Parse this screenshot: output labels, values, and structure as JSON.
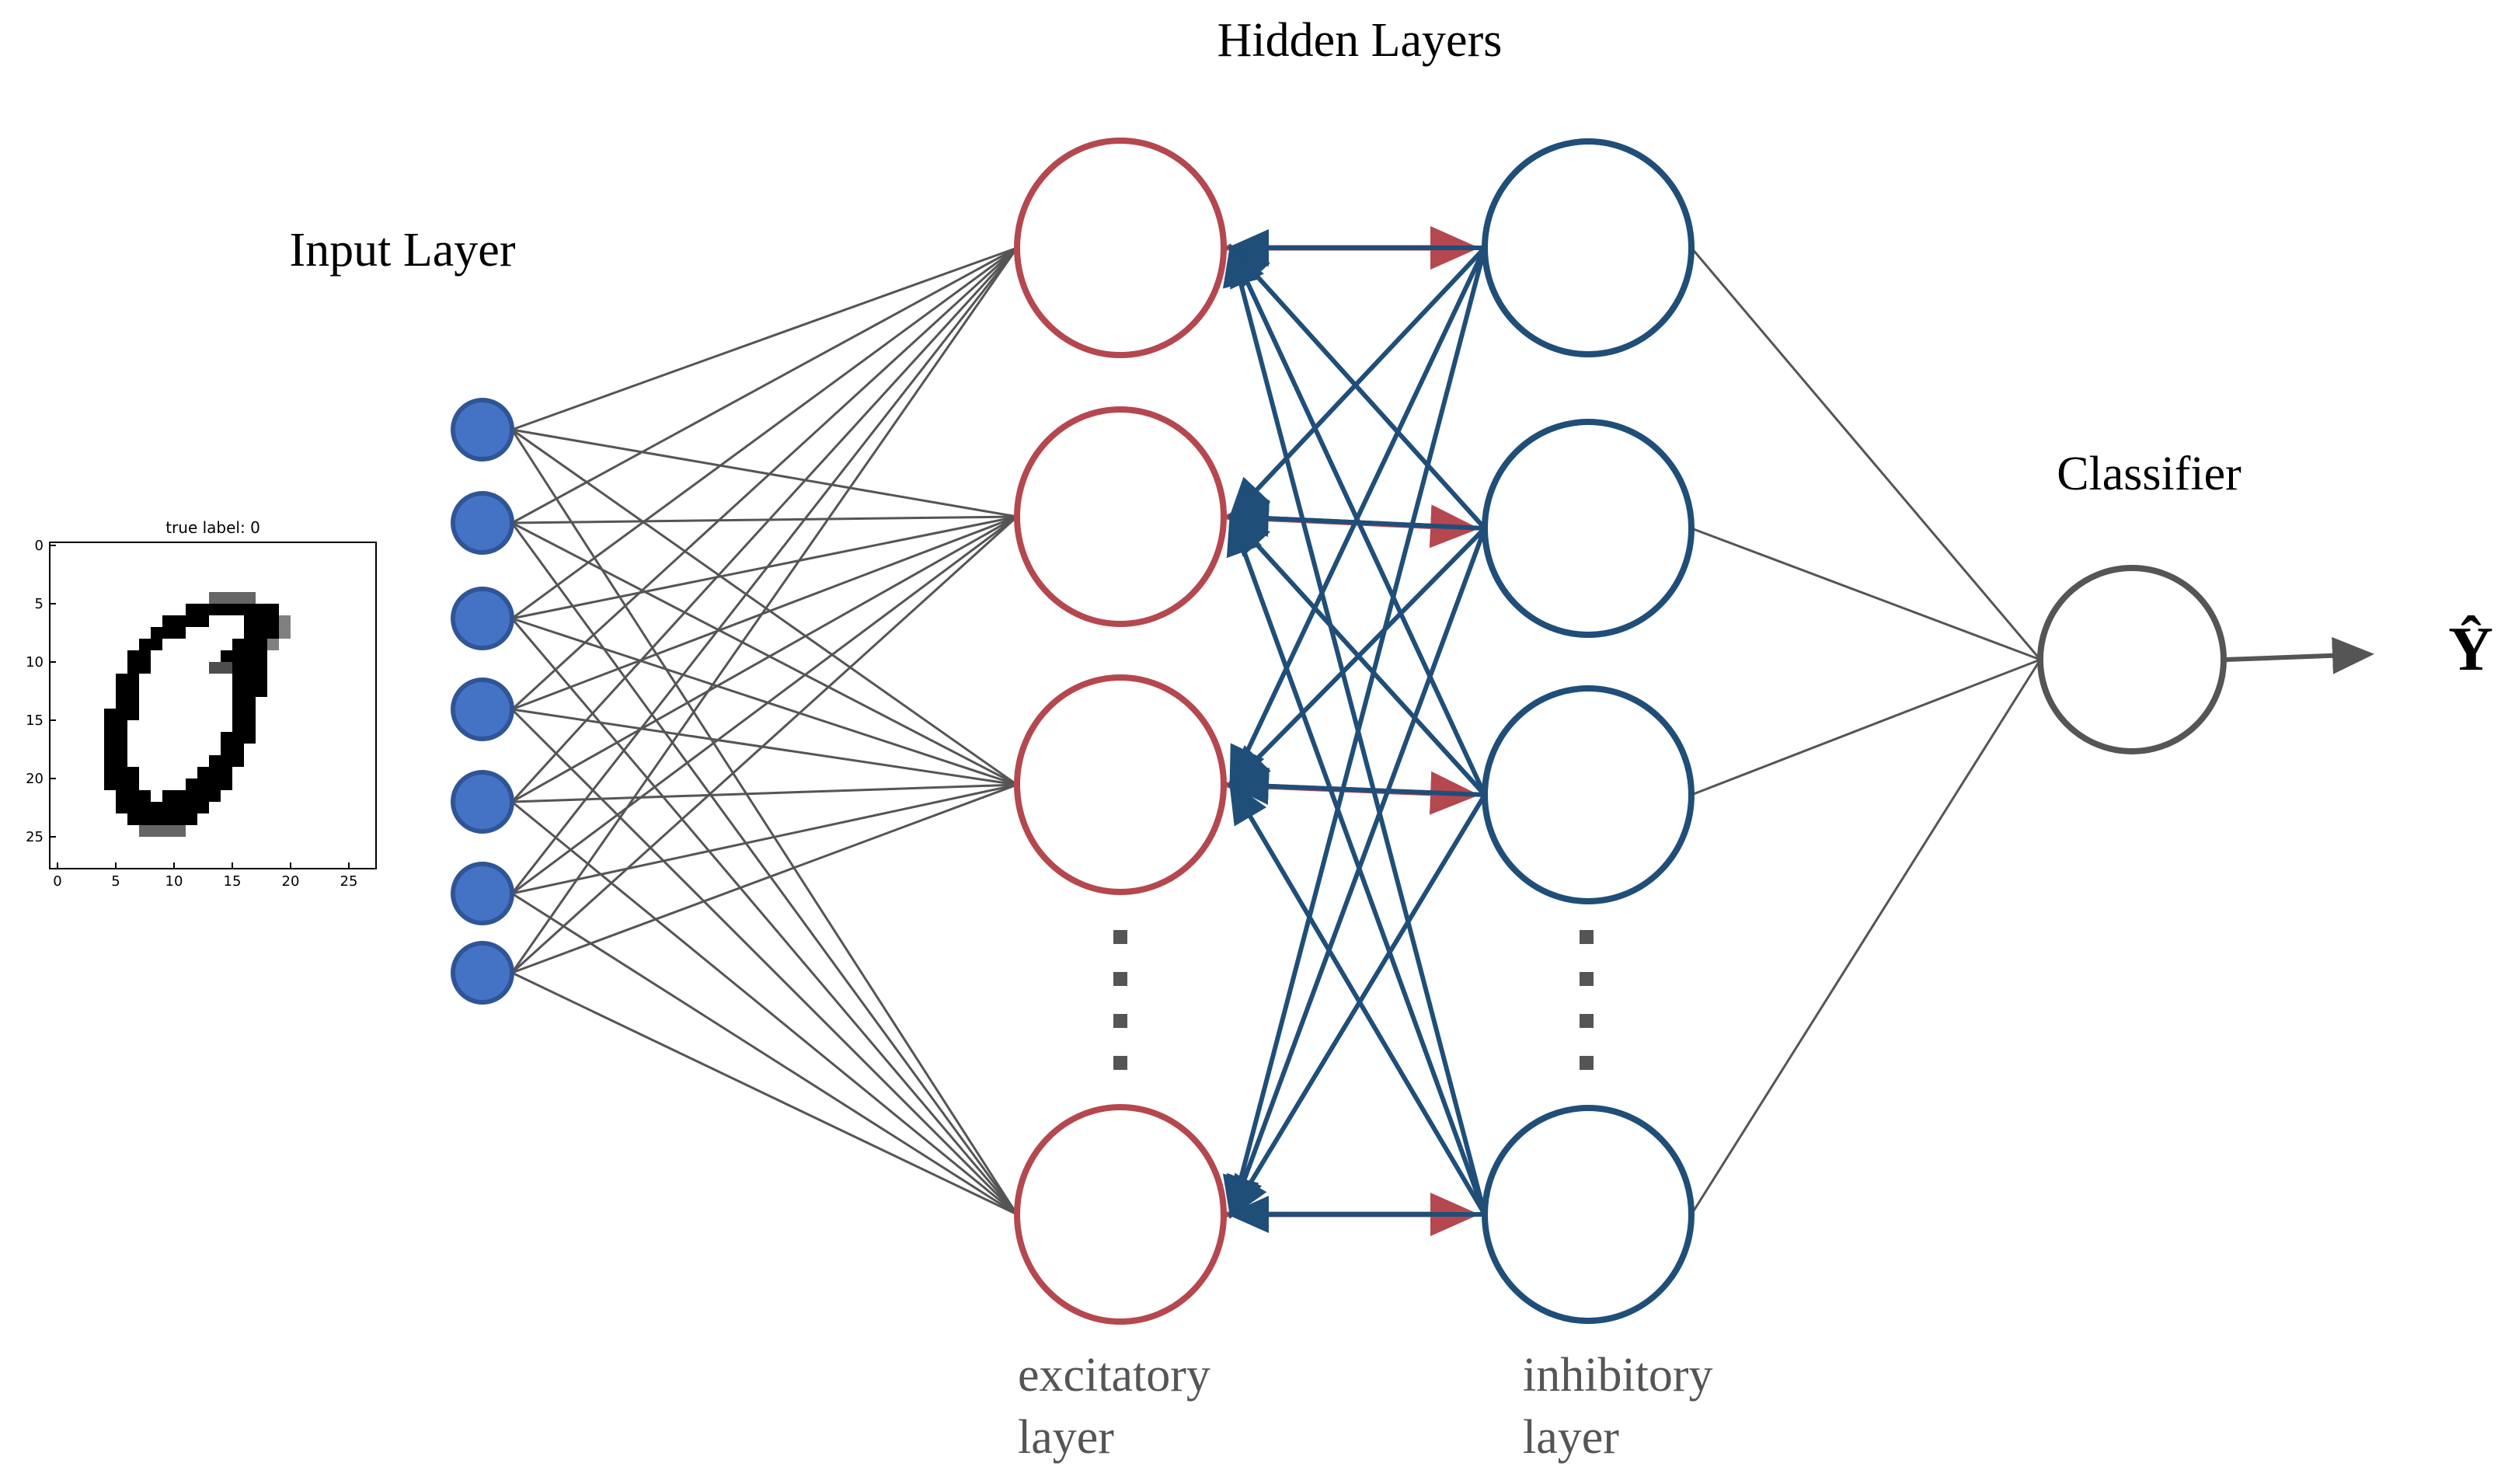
{
  "labels": {
    "hidden_layers": "Hidden Layers",
    "input_layer": "Input Layer",
    "classifier": "Classifier",
    "output": "Ŷ",
    "excitatory_line1": "excitatory",
    "excitatory_line2": "layer",
    "inhibitory_line1": "inhibitory",
    "inhibitory_line2": "layer"
  },
  "mnist": {
    "title": "true label: 0",
    "x_ticks": [
      "0",
      "5",
      "10",
      "15",
      "20",
      "25"
    ],
    "y_ticks": [
      "0",
      "5",
      "10",
      "15",
      "20",
      "25"
    ]
  },
  "network": {
    "input_node_count": 7,
    "excitatory_node_count": 4,
    "inhibitory_node_count": 4,
    "classifier_node_count": 1,
    "colors": {
      "input_fill": "#4472c4",
      "input_stroke": "#2f5597",
      "excitatory": "#b5474f",
      "inhibitory": "#1f4e79",
      "neutral": "#555555"
    }
  }
}
